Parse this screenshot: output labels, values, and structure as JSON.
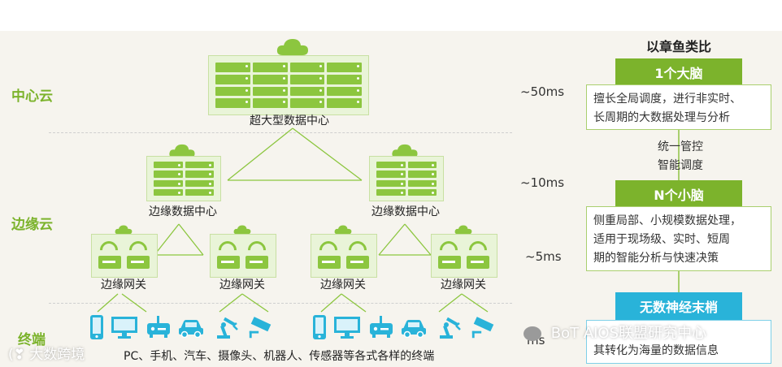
{
  "right_panel": {
    "title": "以章鱼类比",
    "big_brain": {
      "header": "1个大脑",
      "lines": [
        "擅长全局调度，进行非实时、",
        "长周期的大数据处理与分析"
      ]
    },
    "control": {
      "lines": [
        "统一管控",
        "智能调度"
      ]
    },
    "small_brain": {
      "header": "N个小脑",
      "lines": [
        "侧重局部、小规模数据处理，",
        "适用于现场级、实时、短周",
        "期的智能分析与快速决策"
      ]
    },
    "nerve": {
      "header": "无数神经末梢",
      "lines": [
        "其转化为海量的数据信息"
      ]
    }
  },
  "tiers": {
    "center_cloud": "中心云",
    "edge_cloud": "边缘云",
    "terminal": "终端"
  },
  "latency": {
    "l1": "~50ms",
    "l2": "~10ms",
    "l3": "~5ms",
    "l4": "ms"
  },
  "nodes": {
    "super_dc": "超大型数据中心",
    "edge_dc": "边缘数据中心",
    "edge_gateway": "边缘网关"
  },
  "terminals": {
    "caption": "PC、手机、汽车、摄像头、机器人、传感器等各式各样的终端",
    "icons": [
      "phone-icon",
      "monitor-icon",
      "router-icon",
      "car-icon",
      "robot-arm-icon",
      "camera-icon"
    ]
  },
  "watermarks": {
    "left": "大数跨境",
    "right": "BoT AIOS联盟研究中心"
  },
  "colors": {
    "green": "#7cb32c",
    "light_green": "#8cc63f",
    "blue": "#29b3d9",
    "background": "#f6f4ee"
  }
}
